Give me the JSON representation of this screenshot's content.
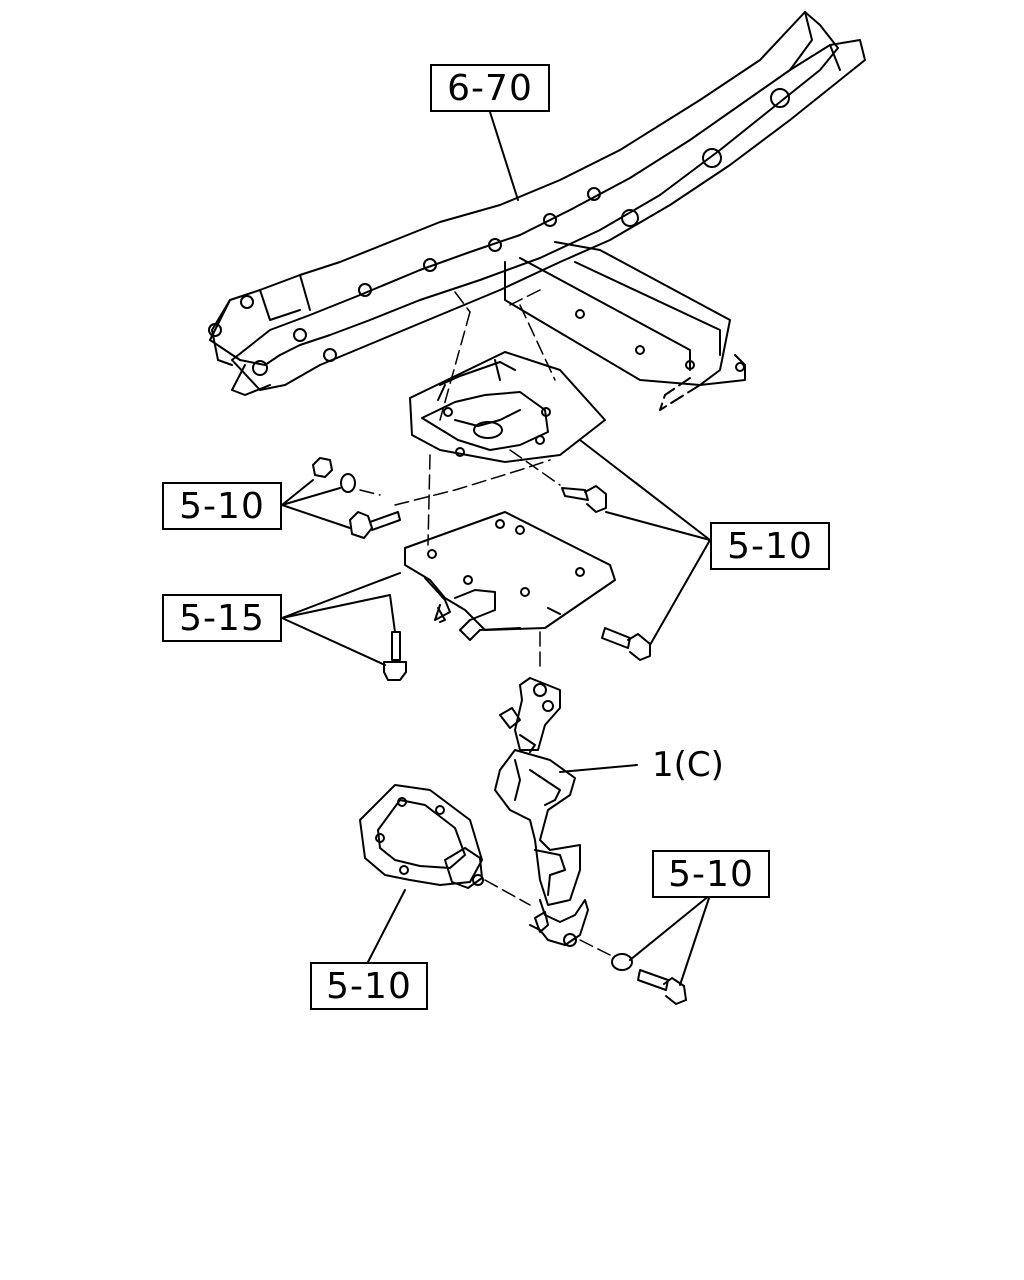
{
  "diagram": {
    "callouts": {
      "frame": "6-70",
      "bolt_left": "5-10",
      "bolt_right": "5-10",
      "bracket_bolt": "5-15",
      "part": "1(C)",
      "lower_bolt": "5-10",
      "lower_bracket": "5-10"
    }
  }
}
